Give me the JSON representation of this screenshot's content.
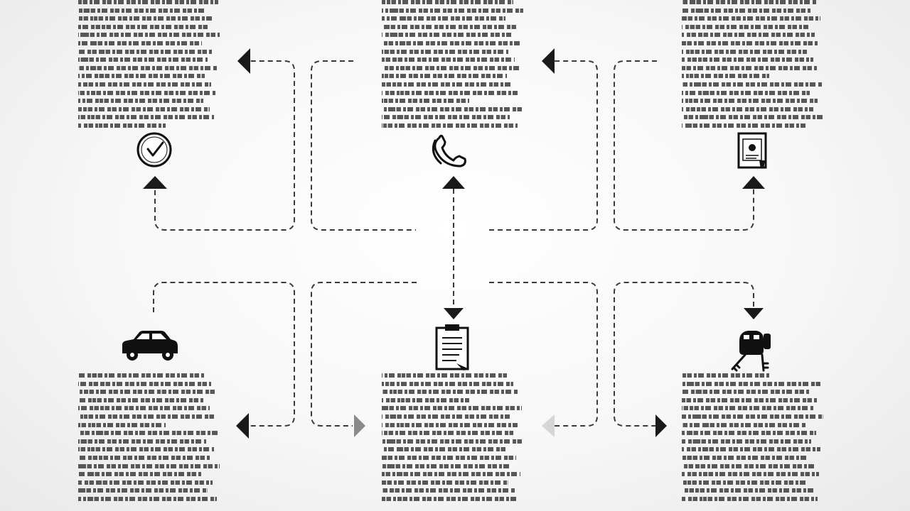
{
  "diagram": {
    "stages": [
      {
        "id": "top-left",
        "icon": "clock-icon"
      },
      {
        "id": "top-center",
        "icon": "telephone-icon"
      },
      {
        "id": "top-right",
        "icon": "certificate-document-icon"
      },
      {
        "id": "bottom-left",
        "icon": "car-icon"
      },
      {
        "id": "bottom-center",
        "icon": "clipboard-icon"
      },
      {
        "id": "bottom-right",
        "icon": "car-keys-icon"
      }
    ],
    "text_style": "illegible placeholder paragraph",
    "colors": {
      "ink": "#111111",
      "dashes": "#3a3a3a",
      "background": "#f6f6f6"
    }
  }
}
